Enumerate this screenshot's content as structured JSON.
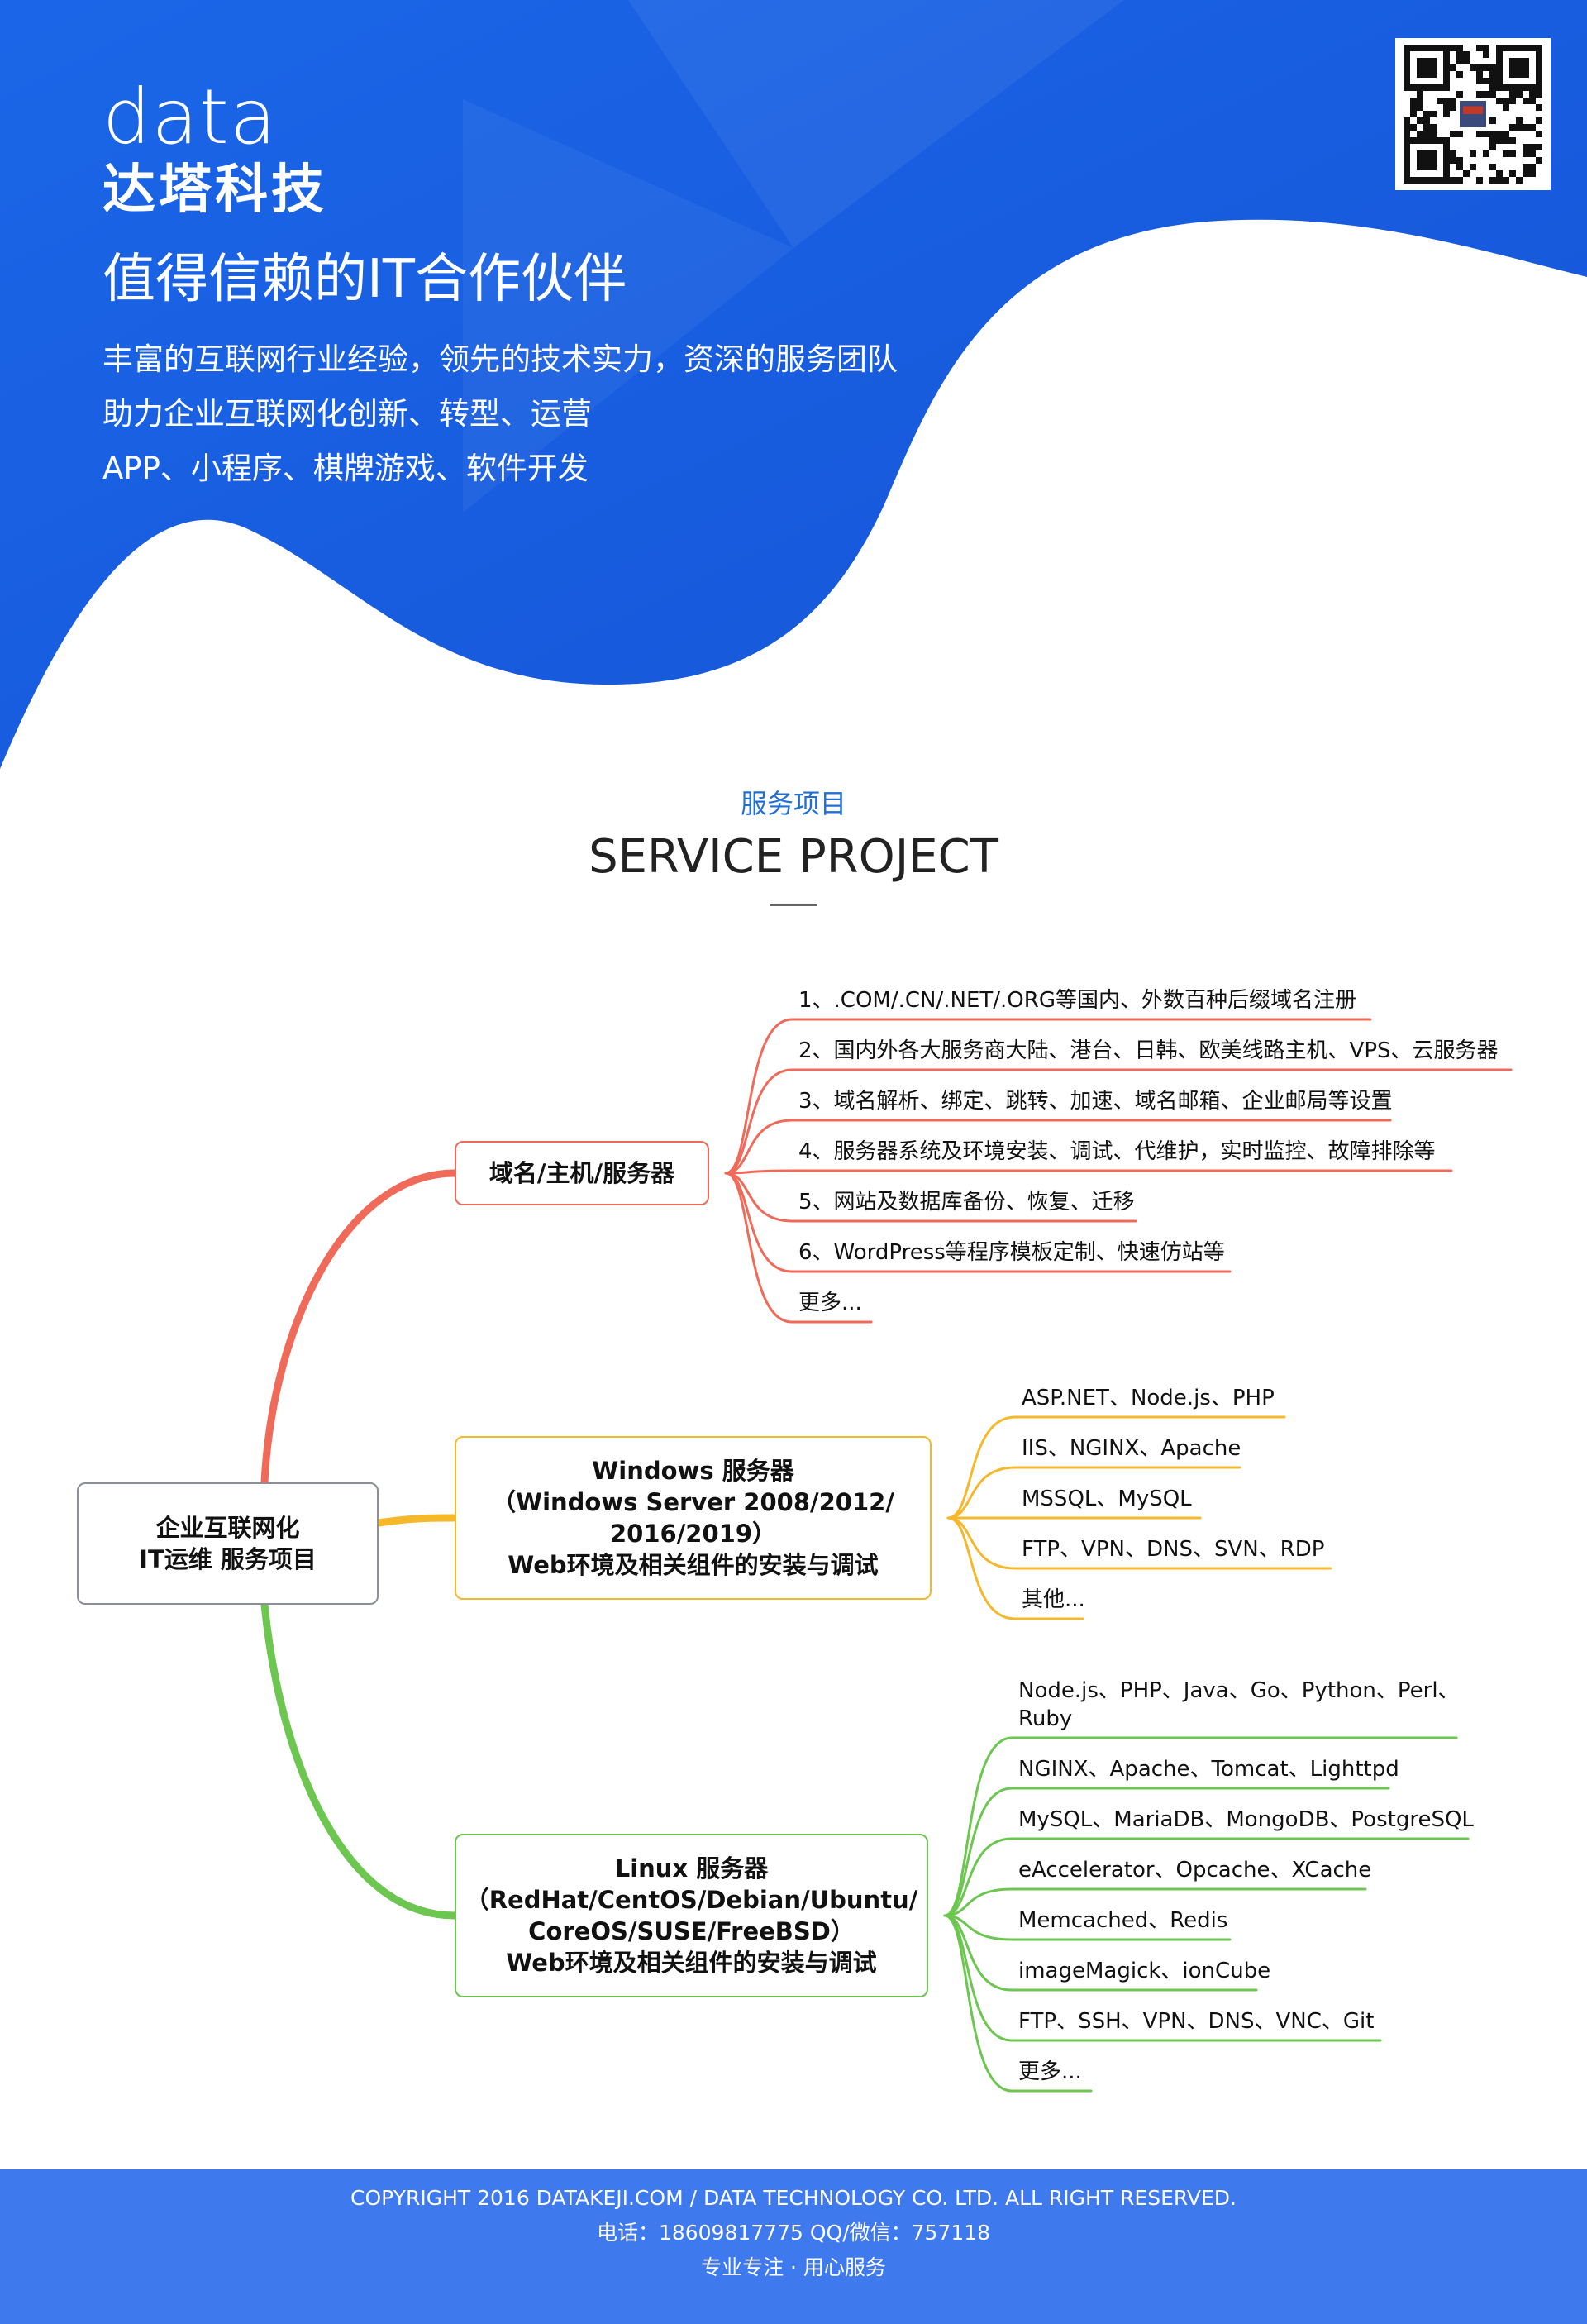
{
  "hero": {
    "logo_mark": "data",
    "logo_cn": "达塔科技",
    "slogan": "值得信赖的IT合作伙伴",
    "intro": [
      "丰富的互联网行业经验，领先的技术实力，资深的服务团队",
      "助力企业互联网化创新、转型、运营",
      "APP、小程序、棋牌游戏、软件开发"
    ],
    "icons": {
      "qr": "qr-code-icon"
    }
  },
  "section": {
    "cn": "服务项目",
    "en": "SERVICE PROJECT"
  },
  "mindmap": {
    "root": "企业互联网化\nIT运维 服务项目",
    "branches": [
      {
        "title": "域名/主机/服务器",
        "color": "#f06a5a",
        "items": [
          "1、.COM/.CN/.NET/.ORG等国内、外数百种后缀域名注册",
          "2、国内外各大服务商大陆、港台、日韩、欧美线路主机、VPS、云服务器",
          "3、域名解析、绑定、跳转、加速、域名邮箱、企业邮局等设置",
          "4、服务器系统及环境安装、调试、代维护，实时监控、故障排除等",
          "5、网站及数据库备份、恢复、迁移",
          "6、WordPress等程序模板定制、快速仿站等",
          "更多..."
        ]
      },
      {
        "title": "Windows 服务器\n（Windows Server 2008/2012/\n2016/2019）\nWeb环境及相关组件的安装与调试",
        "color": "#f5b82a",
        "items": [
          "ASP.NET、Node.js、PHP",
          "IIS、NGINX、Apache",
          "MSSQL、MySQL",
          "FTP、VPN、DNS、SVN、RDP",
          "其他..."
        ]
      },
      {
        "title": "Linux 服务器\n（RedHat/CentOS/Debian/Ubuntu/\nCoreOS/SUSE/FreeBSD）\nWeb环境及相关组件的安装与调试",
        "color": "#6cc64f",
        "items": [
          "Node.js、PHP、Java、Go、Python、Perl、\nRuby",
          "NGINX、Apache、Tomcat、Lighttpd",
          "MySQL、MariaDB、MongoDB、PostgreSQL",
          "eAccelerator、Opcache、XCache",
          "Memcached、Redis",
          "imageMagick、ionCube",
          "FTP、SSH、VPN、DNS、VNC、Git",
          "更多..."
        ]
      }
    ]
  },
  "footer": {
    "copyright": "COPYRIGHT  2016 DATAKEJI.COM / DATA TECHNOLOGY CO. LTD. ALL RIGHT RESERVED.",
    "contact": "电话：18609817775  QQ/微信：757118",
    "motto": "专业专注 · 用心服务"
  },
  "colors": {
    "hero_blue": "#1a63e6",
    "footer_blue": "#3f79ee",
    "root_border": "#8a8f99"
  }
}
